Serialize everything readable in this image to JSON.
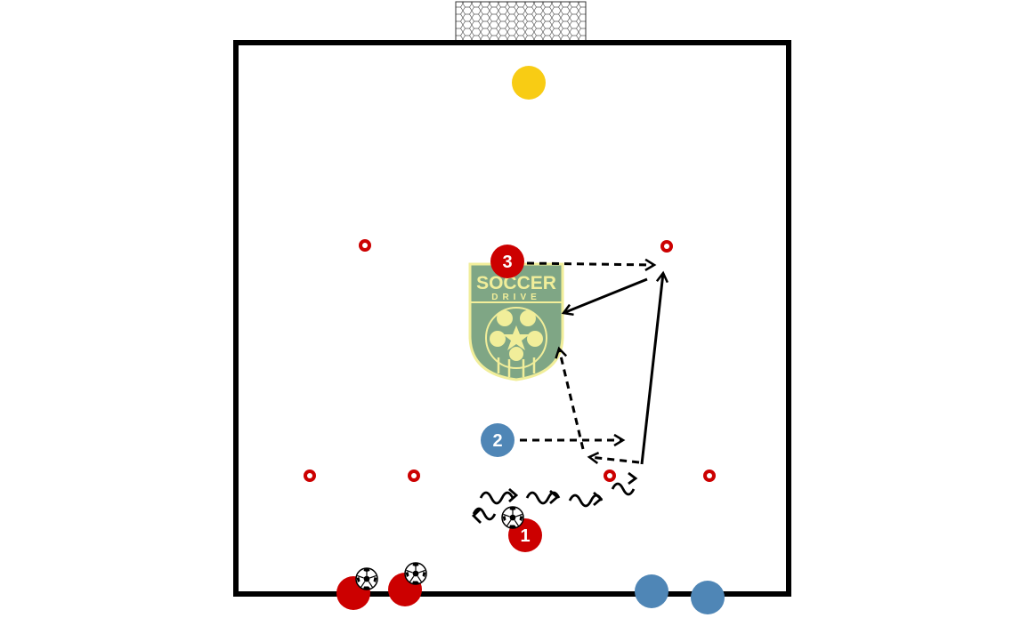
{
  "players": [
    {
      "label": "1",
      "team": "red"
    },
    {
      "label": "2",
      "team": "blue"
    },
    {
      "label": "3",
      "team": "red"
    }
  ],
  "logo": {
    "line1": "SOCCER",
    "line2": "DRIVE"
  },
  "colors": {
    "red_team": "#cc0000",
    "blue_team": "#4f86b6",
    "goalkeeper": "#f8cc14",
    "cone": "#cc0000",
    "field_line": "#000000",
    "logo_fill": "#7fa685",
    "logo_accent": "#f1ee9a"
  },
  "icons": {
    "ball": "soccer-ball-icon",
    "cone": "cone-icon",
    "goal": "goal-net-icon",
    "logo": "soccer-drive-shield-logo"
  }
}
